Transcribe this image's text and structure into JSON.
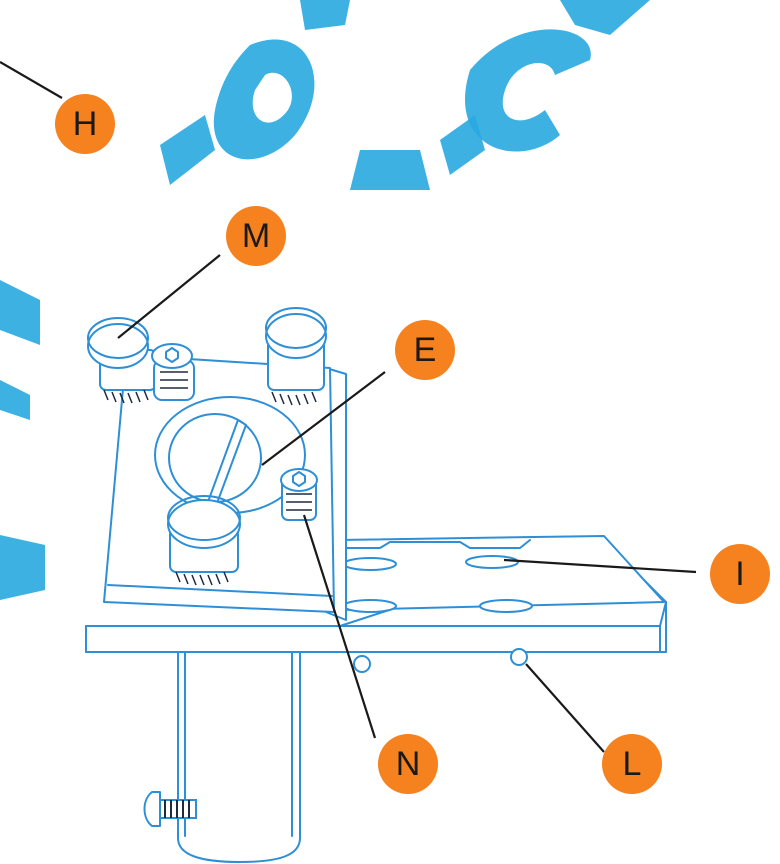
{
  "diagram": {
    "colors": {
      "line": "#2f8fd6",
      "badge": "#f5821f",
      "leader": "#1a1a1a",
      "watermark": "#29a8e0"
    },
    "labels": {
      "H": "H",
      "M": "M",
      "E": "E",
      "I": "I",
      "N": "N",
      "L": "L"
    }
  }
}
